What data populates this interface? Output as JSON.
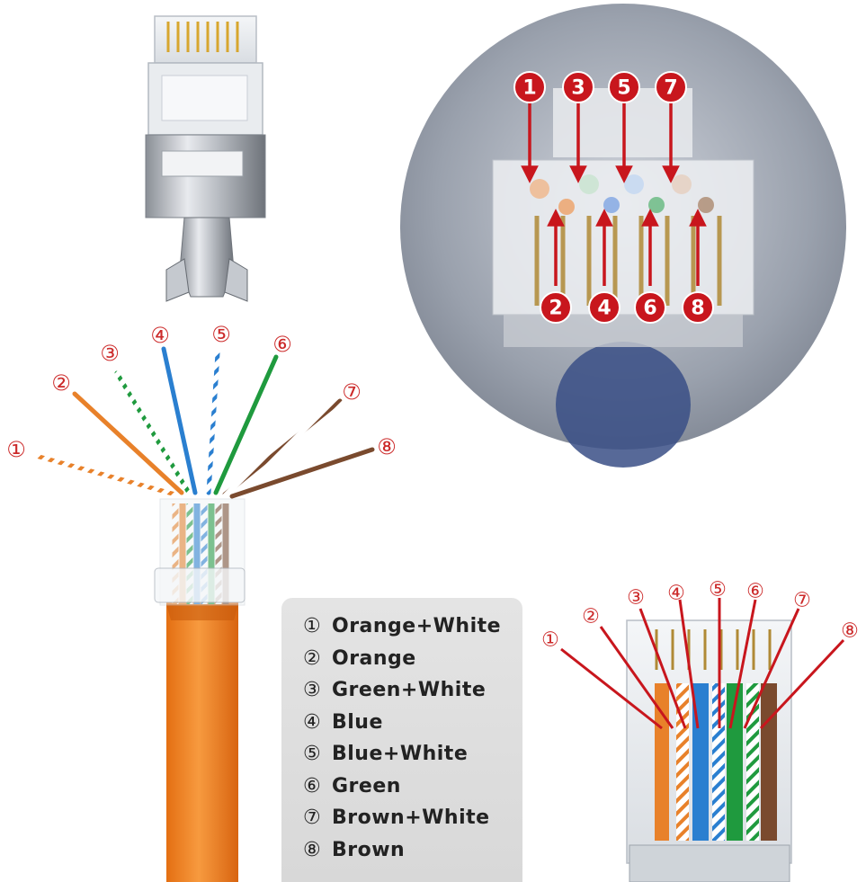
{
  "cable_labels": [
    "①",
    "②",
    "③",
    "④",
    "⑤",
    "⑥",
    "⑦",
    "⑧"
  ],
  "plug_badges": [
    "1",
    "2",
    "3",
    "4",
    "5",
    "6",
    "7",
    "8"
  ],
  "legend": [
    {
      "num": "①",
      "text": "Orange+White"
    },
    {
      "num": "②",
      "text": "Orange"
    },
    {
      "num": "③",
      "text": "Green+White"
    },
    {
      "num": "④",
      "text": "Blue"
    },
    {
      "num": "⑤",
      "text": "Blue+White"
    },
    {
      "num": "⑥",
      "text": "Green"
    },
    {
      "num": "⑦",
      "text": "Brown+White"
    },
    {
      "num": "⑧",
      "text": "Brown"
    }
  ],
  "colors": {
    "orange": "#e8812a",
    "green": "#1f9a3e",
    "blue": "#2a7fd0",
    "brown": "#7a4a2e",
    "badge_red": "#c8161d",
    "label_red": "#cc2a2a"
  }
}
